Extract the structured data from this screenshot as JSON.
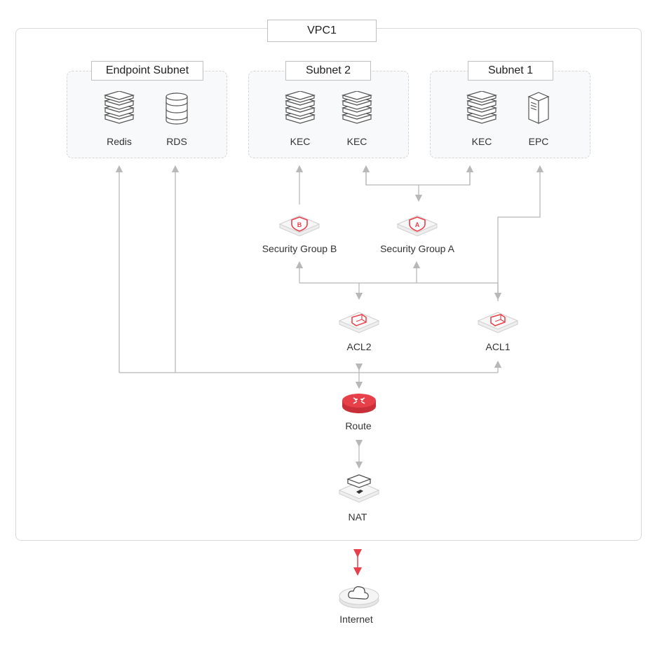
{
  "vpc": {
    "title": "VPC1"
  },
  "subnets": {
    "endpoint": {
      "title": "Endpoint Subnet",
      "items": [
        "Redis",
        "RDS"
      ]
    },
    "subnet2": {
      "title": "Subnet 2",
      "items": [
        "KEC",
        "KEC"
      ]
    },
    "subnet1": {
      "title": "Subnet 1",
      "items": [
        "KEC",
        "EPC"
      ]
    }
  },
  "nodes": {
    "sg_b": "Security Group B",
    "sg_a": "Security Group A",
    "acl2": "ACL2",
    "acl1": "ACL1",
    "route": "Route",
    "nat": "NAT",
    "internet": "Internet"
  },
  "colors": {
    "accent": "#e8404a",
    "line": "#b8b8b8",
    "icon_stroke": "#555555"
  }
}
